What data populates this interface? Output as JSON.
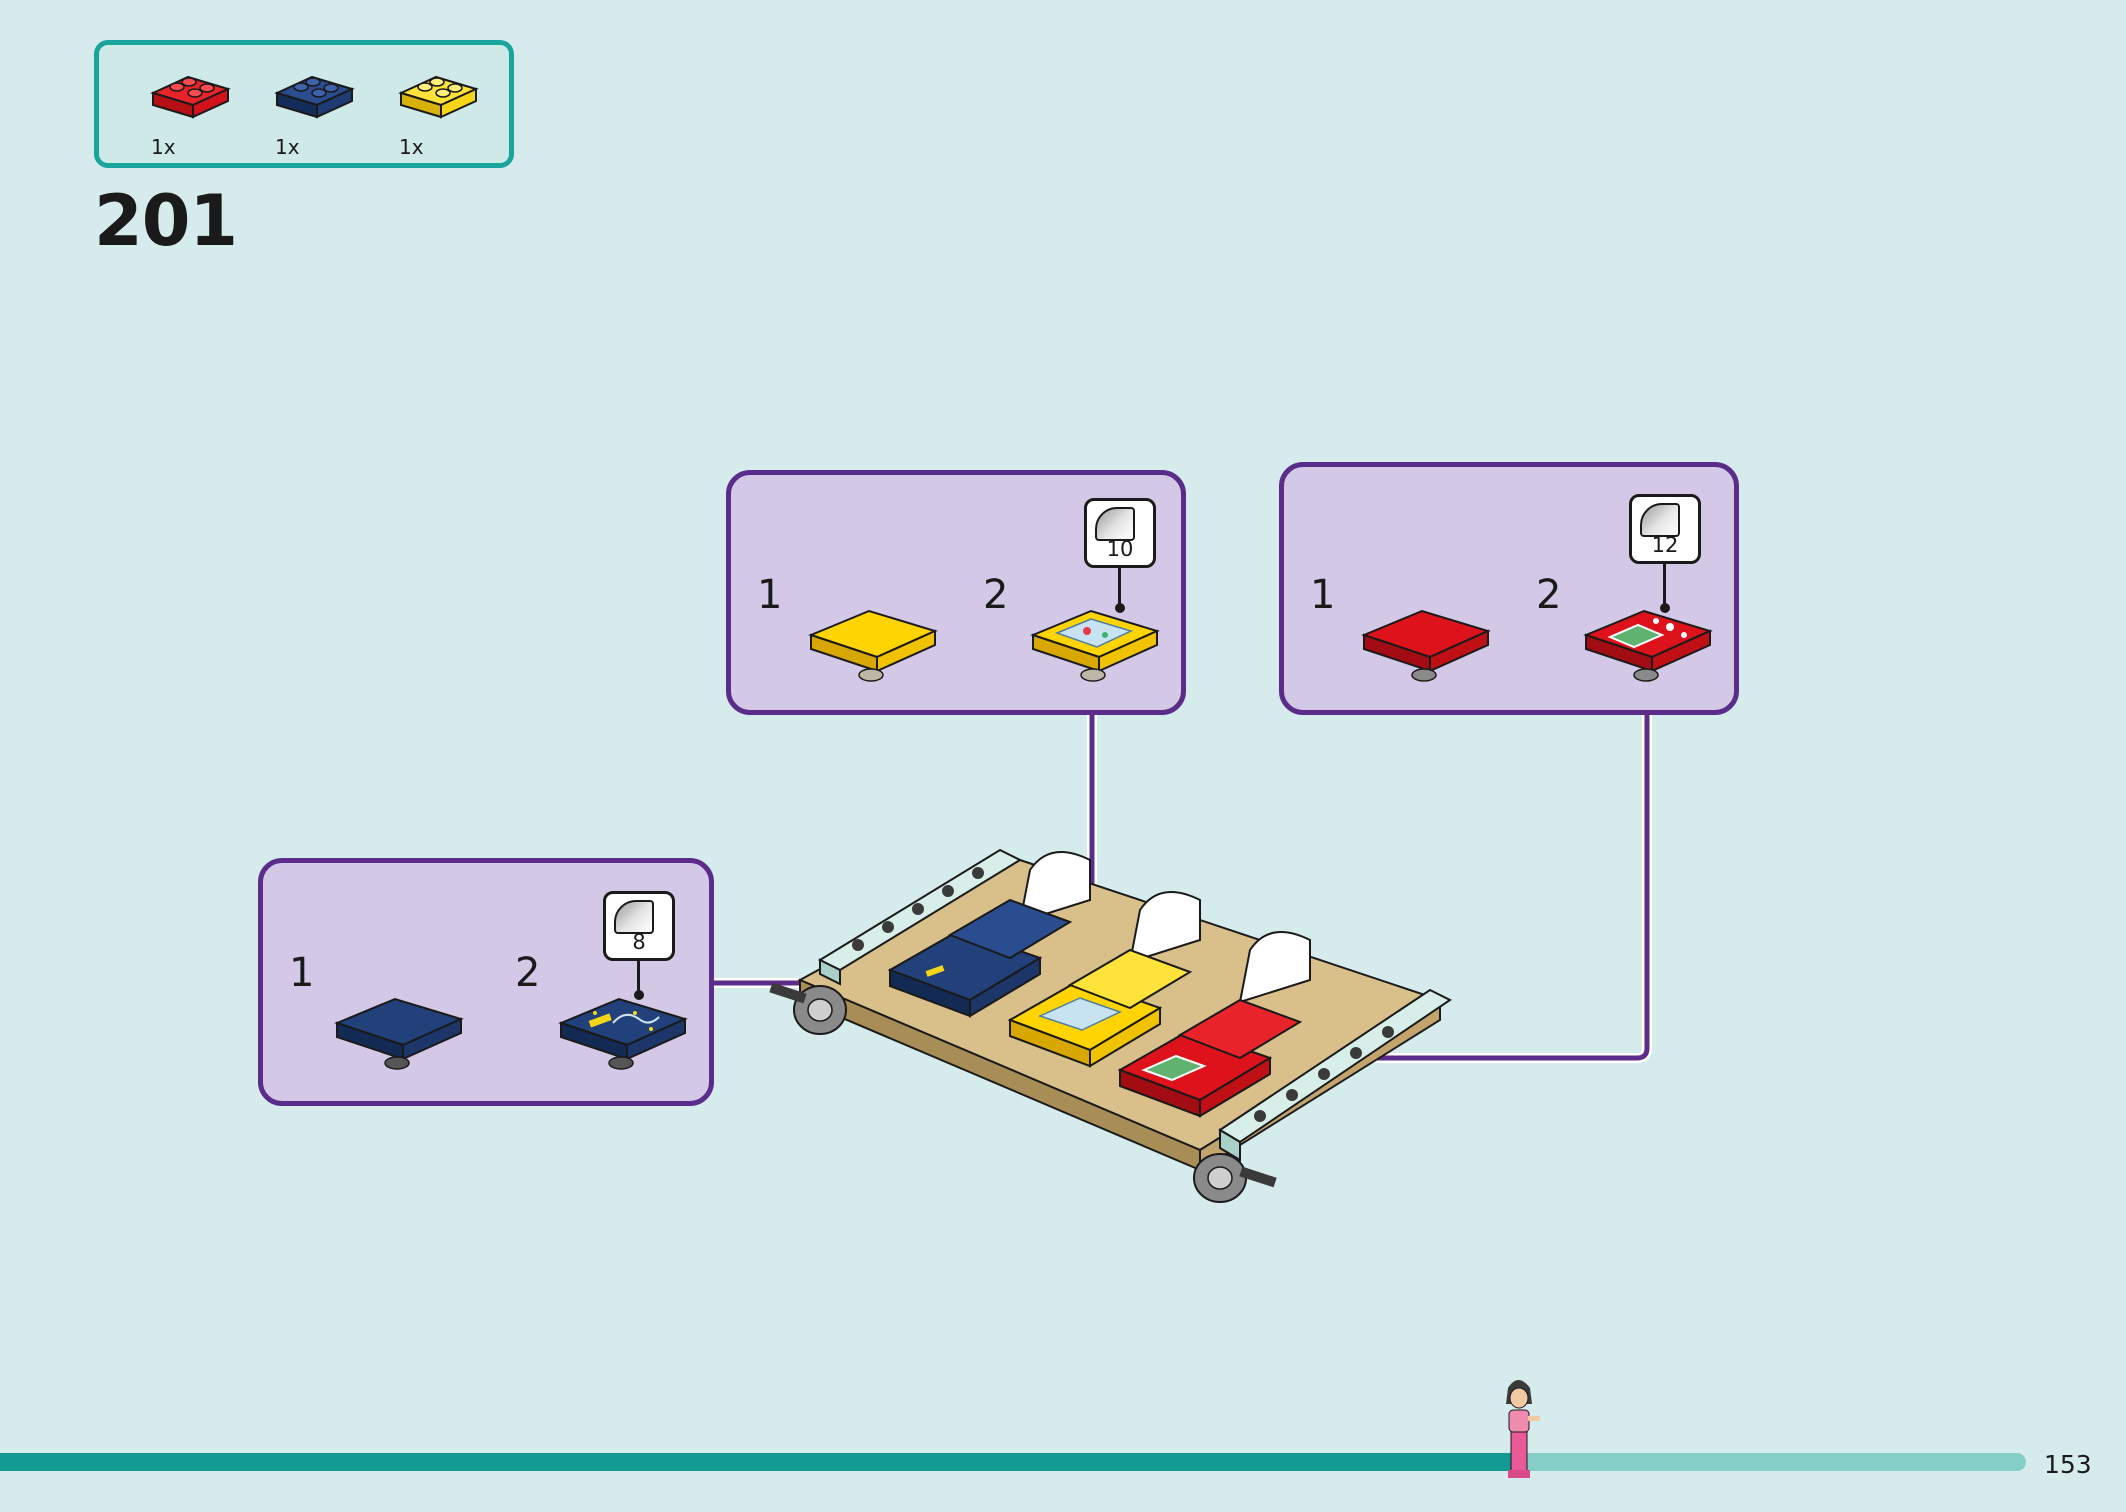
{
  "parts_list": [
    {
      "qty": "1x",
      "color": "#d2121a",
      "icon": "red-2x2-plate-icon"
    },
    {
      "qty": "1x",
      "color": "#1f3b74",
      "icon": "blue-2x2-plate-icon"
    },
    {
      "qty": "1x",
      "color": "#f5d516",
      "icon": "yellow-2x2-plate-icon"
    }
  ],
  "step_number": "201",
  "subassemblies": {
    "yellow": {
      "step1": "1",
      "step2": "2",
      "sticker_number": "10",
      "color": "#ffd400"
    },
    "red": {
      "step1": "1",
      "step2": "2",
      "sticker_number": "12",
      "color": "#d2121a"
    },
    "blue": {
      "step1": "1",
      "step2": "2",
      "sticker_number": "8",
      "color": "#1f3b74"
    }
  },
  "colors": {
    "background": "#d6ecec",
    "panel_border": "#5b2c8a",
    "panel_fill": "#d3c8e6",
    "accent_teal": "#129a93"
  },
  "progress": {
    "fraction": 0.75
  },
  "page_number": "153"
}
